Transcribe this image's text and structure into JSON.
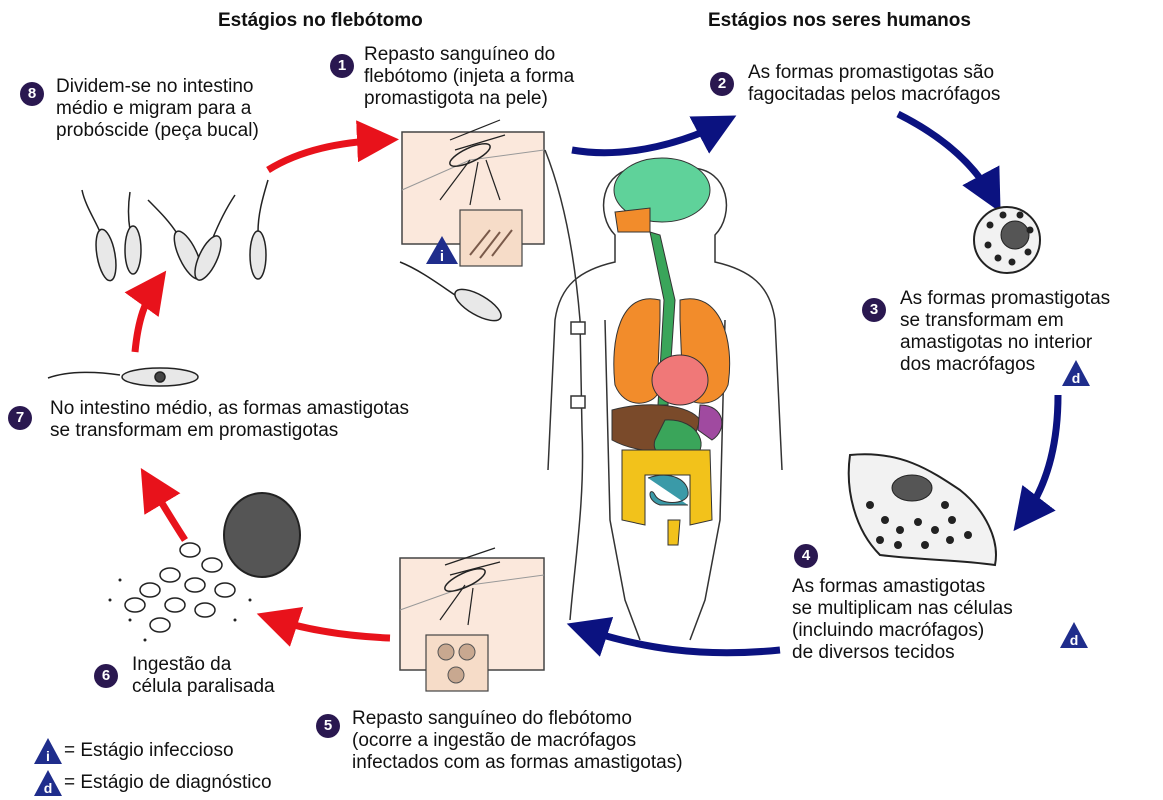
{
  "headers": {
    "sandfly": "Estágios no flebótomo",
    "human": "Estágios nos seres humanos"
  },
  "steps": [
    {
      "number": "1",
      "lines": [
        "Repasto sanguíneo do",
        "flebótomo (injeta a forma",
        "promastigota na pele)"
      ]
    },
    {
      "number": "2",
      "lines": [
        "As formas promastigotas são",
        "fagocitadas pelos macrófagos"
      ]
    },
    {
      "number": "3",
      "lines": [
        "As formas promastigotas",
        "se transformam em",
        "amastigotas no interior",
        "dos macrófagos"
      ]
    },
    {
      "number": "4",
      "lines": [
        "As formas amastigotas",
        "se multiplicam nas células",
        "(incluindo macrófagos)",
        "de diversos tecidos"
      ]
    },
    {
      "number": "5",
      "lines": [
        "Repasto sanguíneo do flebótomo",
        "(ocorre a ingestão de macrófagos",
        "infectados com as formas amastigotas)"
      ]
    },
    {
      "number": "6",
      "lines": [
        "Ingestão da",
        "célula paralisada"
      ]
    },
    {
      "number": "7",
      "lines": [
        "No intestino médio, as formas amastigotas",
        "se transformam em promastigotas"
      ]
    },
    {
      "number": "8",
      "lines": [
        "Dividem-se no intestino",
        "médio e migram para a",
        "probóscide (peça bucal)"
      ]
    }
  ],
  "markers": {
    "infective": "i",
    "diagnostic": "d"
  },
  "legend": {
    "infective": "= Estágio infeccioso",
    "diagnostic": "= Estágio de diagnóstico"
  },
  "colors": {
    "sandfly_arrows": "#e8121b",
    "human_arrows": "#0b1280",
    "step_badge": "#2a1850",
    "stage_marker": "#1f2d8c",
    "brain": "#5fd29a",
    "lungs": "#f28c2b",
    "heart": "#f07878",
    "liver": "#7a4a2a",
    "stomach": "#3aa55a",
    "spleen": "#a04aa0",
    "large_intestine": "#f2c21b",
    "small_intestine": "#3a9aa8"
  }
}
